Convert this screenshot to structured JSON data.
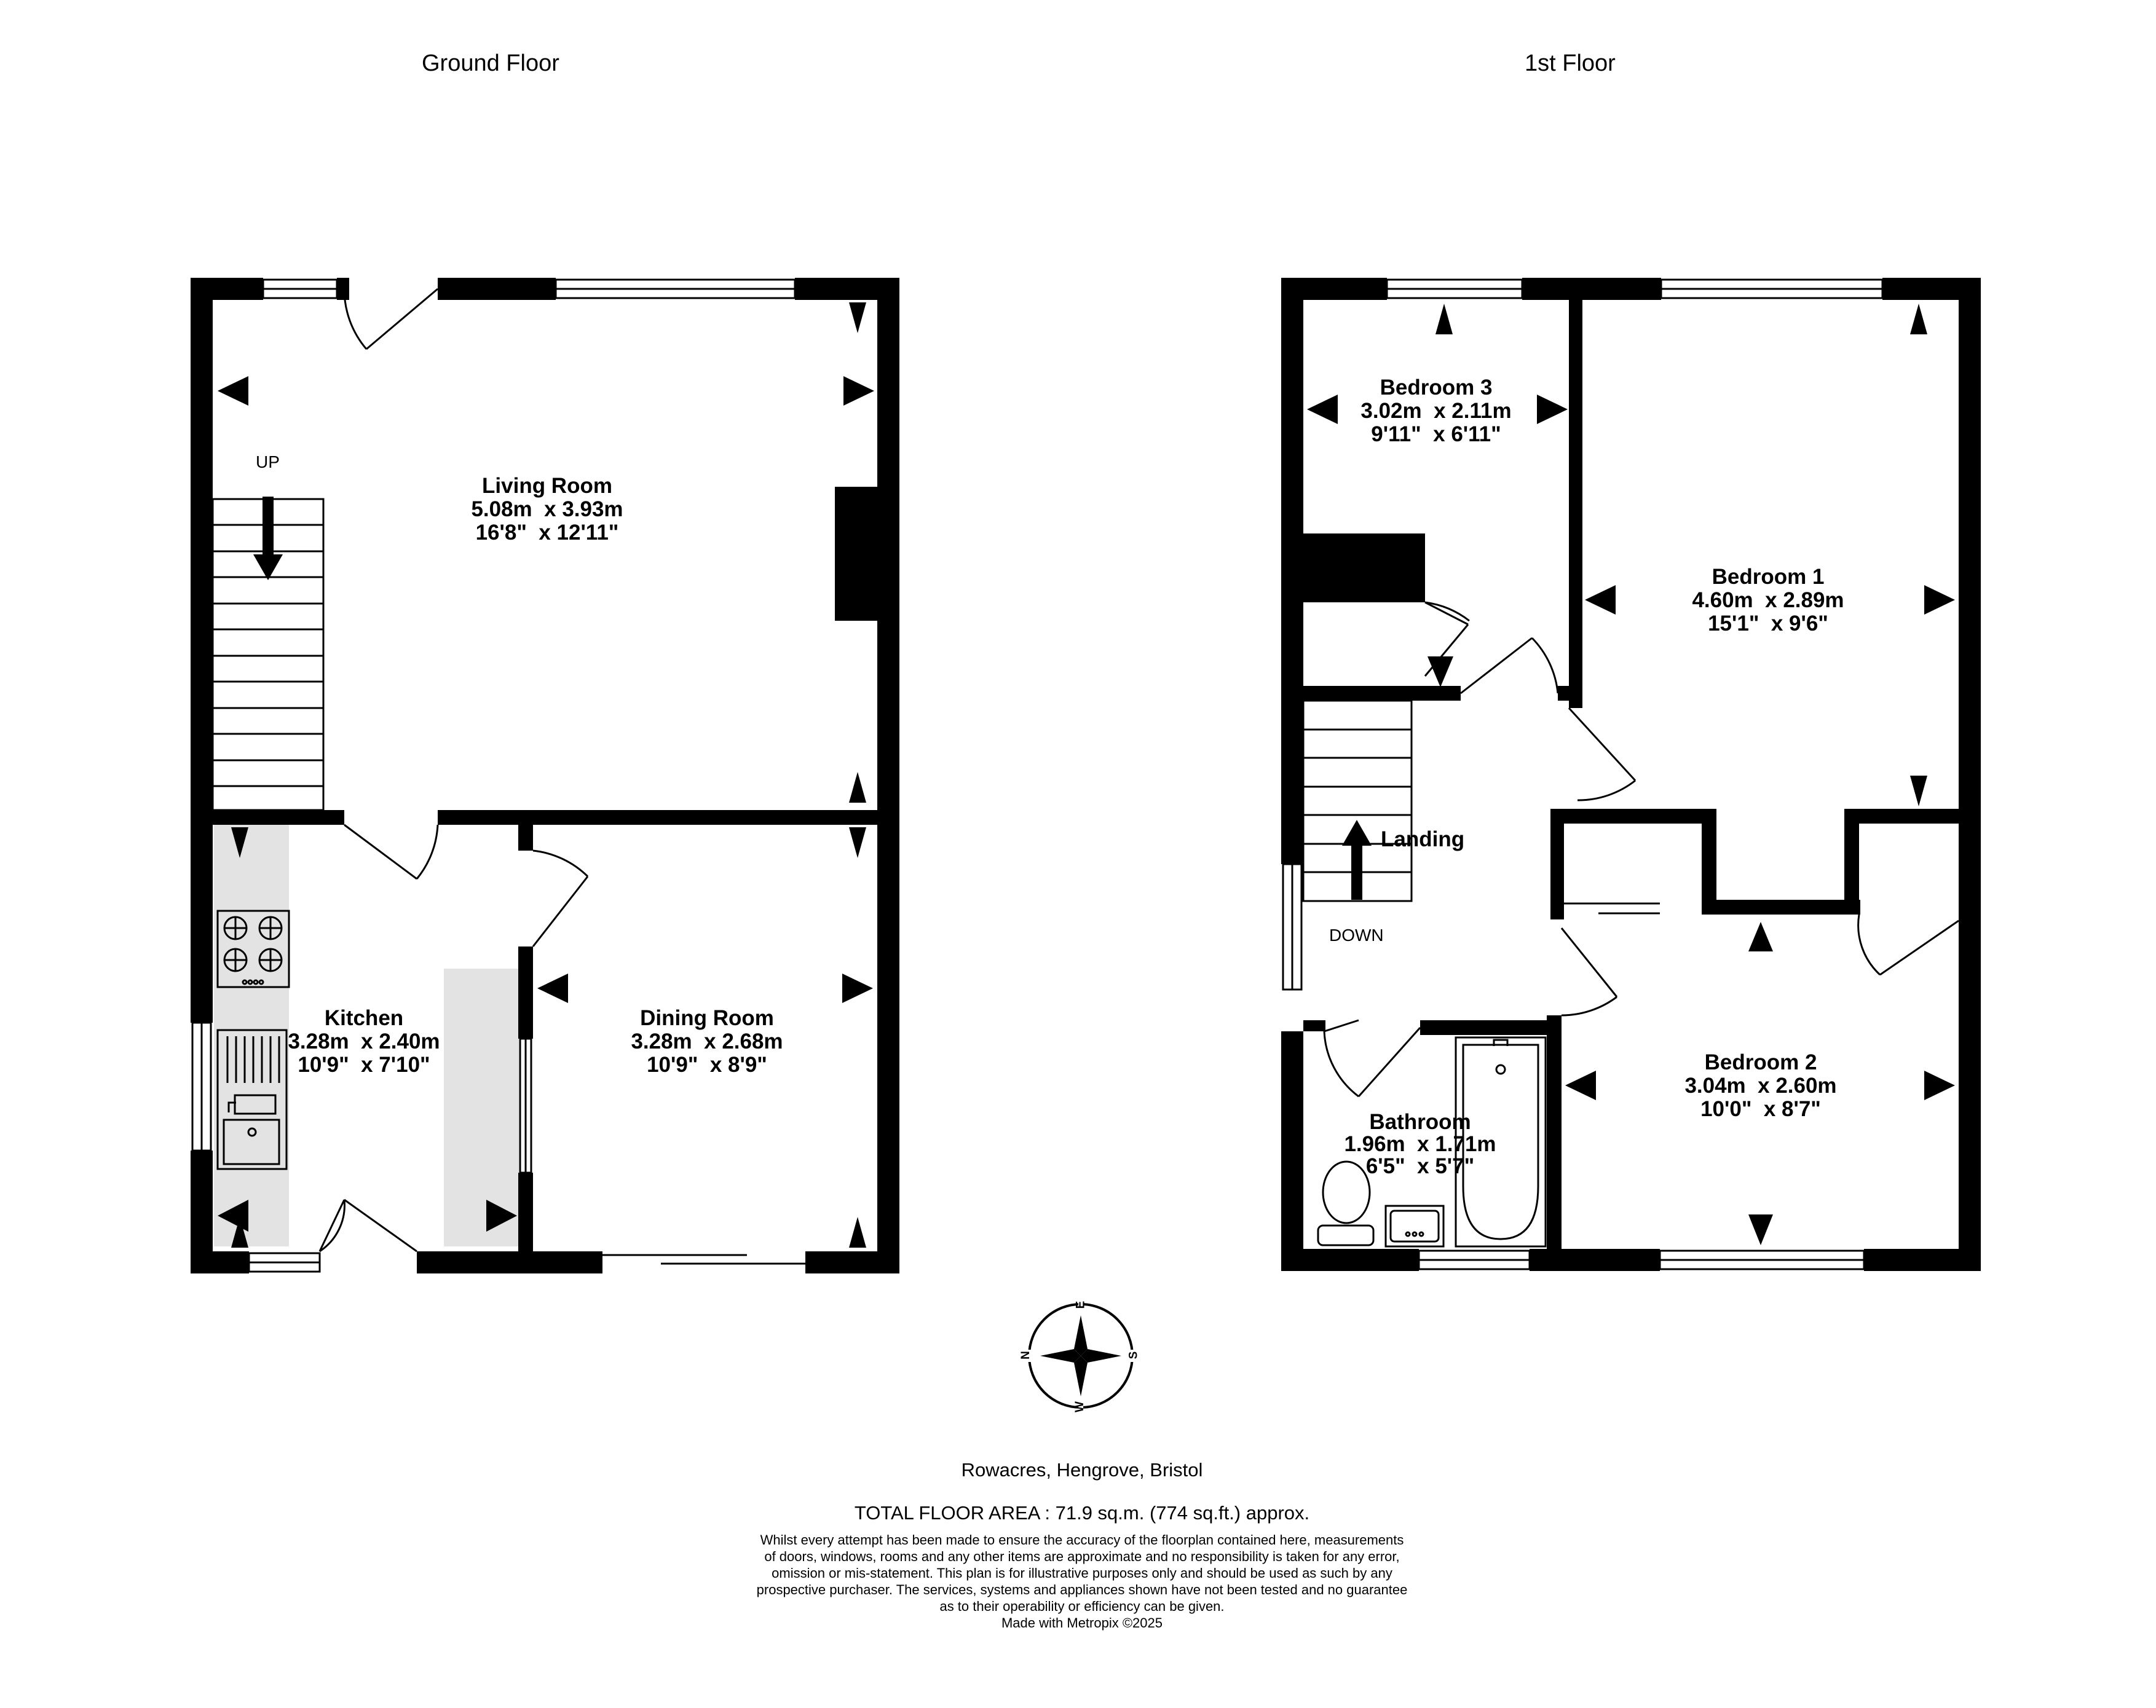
{
  "floors": {
    "ground": {
      "title": "Ground Floor",
      "rooms": {
        "living": {
          "name": "Living Room",
          "metric": "5.08m  x 3.93m",
          "imperial": "16'8\"  x 12'11\""
        },
        "kitchen": {
          "name": "Kitchen",
          "metric": "3.28m  x 2.40m",
          "imperial": "10'9\"  x 7'10\""
        },
        "dining": {
          "name": "Dining Room",
          "metric": "3.28m  x 2.68m",
          "imperial": "10'9\"  x 8'9\""
        }
      },
      "stairs_label": "UP"
    },
    "first": {
      "title": "1st Floor",
      "rooms": {
        "bedroom3": {
          "name": "Bedroom 3",
          "metric": "3.02m  x 2.11m",
          "imperial": "9'11\"  x 6'11\""
        },
        "bedroom1": {
          "name": "Bedroom 1",
          "metric": "4.60m  x 2.89m",
          "imperial": "15'1\"  x 9'6\""
        },
        "bedroom2": {
          "name": "Bedroom 2",
          "metric": "3.04m  x 2.60m",
          "imperial": "10'0\"  x 8'7\""
        },
        "bathroom": {
          "name": "Bathroom",
          "metric": "1.96m  x 1.71m",
          "imperial": "6'5\"  x 5'7\""
        },
        "landing": {
          "name": "Landing"
        }
      },
      "stairs_label": "DOWN"
    }
  },
  "compass": {
    "n": "N",
    "e": "E",
    "s": "S",
    "w": "W"
  },
  "footer": {
    "address": "Rowacres, Hengrove, Bristol",
    "total_area": "TOTAL FLOOR AREA : 71.9 sq.m. (774 sq.ft.) approx.",
    "disclaimer": [
      "Whilst every attempt has been made to ensure the accuracy of the floorplan contained here, measurements",
      "of doors, windows, rooms and any other items are approximate and no responsibility is taken for any error,",
      "omission or mis-statement. This plan is for illustrative purposes only and should be used as such by any",
      "prospective purchaser. The services, systems and appliances shown have not been tested and no guarantee",
      "as to their operability or efficiency can be given."
    ],
    "credit": "Made with Metropix ©2025"
  }
}
